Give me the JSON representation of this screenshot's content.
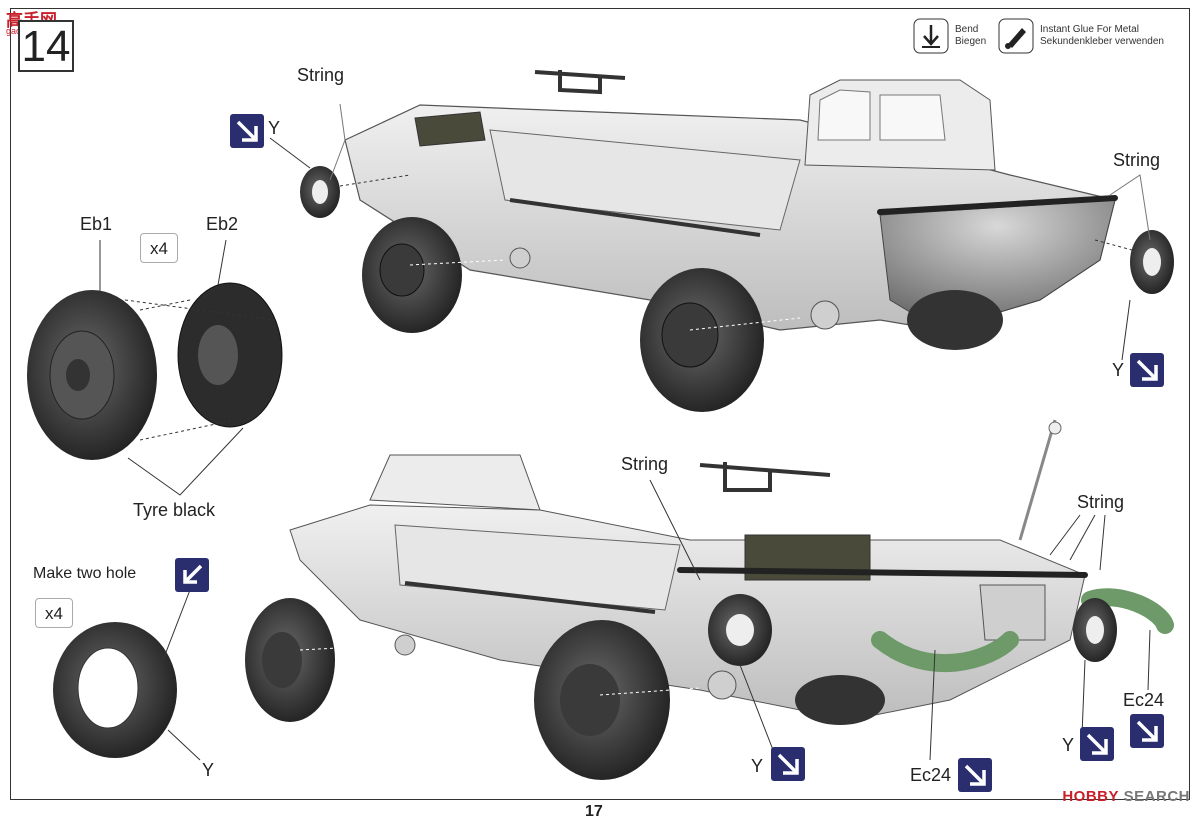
{
  "watermark": {
    "brand_cn": "高手网",
    "url": "gao-shou.com"
  },
  "step_number": "14",
  "legend": {
    "bend_en": "Bend",
    "bend_de": "Biegen",
    "glue_en": "Instant Glue For Metal",
    "glue_de": "Sekundenkleber verwenden"
  },
  "labels": {
    "string_tl": "String",
    "y_tl": "Y",
    "string_tr": "String",
    "y_tr": "Y",
    "eb1": "Eb1",
    "eb2": "Eb2",
    "x4_a": "x4",
    "tyre_black": "Tyre black",
    "make_two_hole": "Make two hole",
    "x4_b": "x4",
    "y_bl": "Y",
    "string_bm": "String",
    "string_br": "String",
    "y_bm": "Y",
    "ec24_bm": "Ec24",
    "y_br": "Y",
    "ec24_br": "Ec24"
  },
  "page_number": "17",
  "footer_watermark": {
    "brand": "HOBBY",
    "suffix": "SEARCH"
  },
  "colors": {
    "hull": "#dedede",
    "tyre": "#3a3a3a",
    "rope": "#6e9a6a",
    "icon_bg": "#2a2e6e",
    "accent_red": "#c8202a"
  }
}
